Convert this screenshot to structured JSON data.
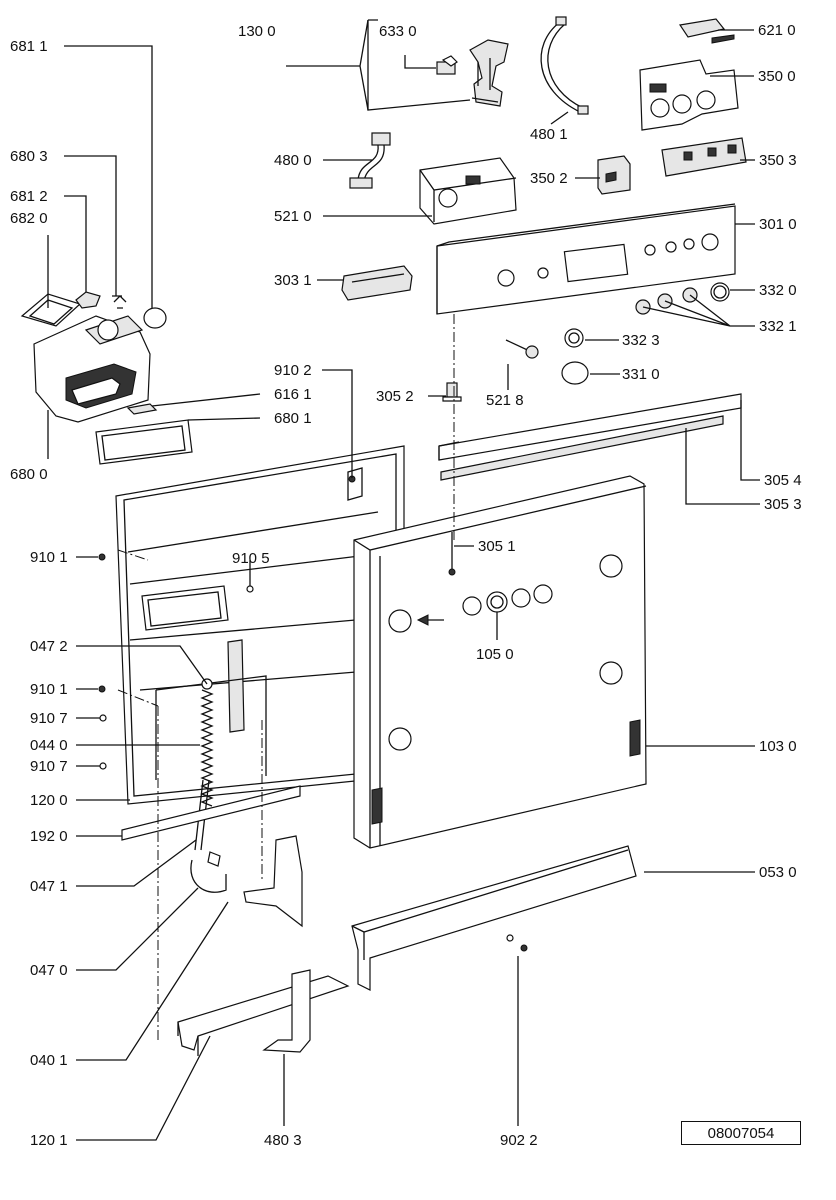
{
  "diagram": {
    "document_number": "08007054",
    "parts": [
      {
        "id": "p6811",
        "label": "681 1"
      },
      {
        "id": "p6803",
        "label": "680 3"
      },
      {
        "id": "p6812",
        "label": "681 2"
      },
      {
        "id": "p6820",
        "label": "682 0"
      },
      {
        "id": "p6800",
        "label": "680 0"
      },
      {
        "id": "p1300",
        "label": "130 0"
      },
      {
        "id": "p6330",
        "label": "633 0"
      },
      {
        "id": "p4801",
        "label": "480 1"
      },
      {
        "id": "p6210",
        "label": "621 0"
      },
      {
        "id": "p3500",
        "label": "350 0"
      },
      {
        "id": "p4800",
        "label": "480 0"
      },
      {
        "id": "p5210",
        "label": "521 0"
      },
      {
        "id": "p3502",
        "label": "350 2"
      },
      {
        "id": "p3503",
        "label": "350 3"
      },
      {
        "id": "p3010",
        "label": "301 0"
      },
      {
        "id": "p3031",
        "label": "303 1"
      },
      {
        "id": "p3320",
        "label": "332 0"
      },
      {
        "id": "p3321",
        "label": "332 1"
      },
      {
        "id": "p3323",
        "label": "332 3"
      },
      {
        "id": "p3310",
        "label": "331 0"
      },
      {
        "id": "p5218",
        "label": "521 8"
      },
      {
        "id": "p3052",
        "label": "305 2"
      },
      {
        "id": "p9102",
        "label": "910 2"
      },
      {
        "id": "p6161",
        "label": "616 1"
      },
      {
        "id": "p6801",
        "label": "680 1"
      },
      {
        "id": "p3054",
        "label": "305 4"
      },
      {
        "id": "p3053",
        "label": "305 3"
      },
      {
        "id": "p3051",
        "label": "305 1"
      },
      {
        "id": "p9101a",
        "label": "910 1"
      },
      {
        "id": "p9105",
        "label": "910 5"
      },
      {
        "id": "p0472",
        "label": "047 2"
      },
      {
        "id": "p1050",
        "label": "105 0"
      },
      {
        "id": "p9101b",
        "label": "910 1"
      },
      {
        "id": "p9107a",
        "label": "910 7"
      },
      {
        "id": "p0440",
        "label": "044 0"
      },
      {
        "id": "p1030",
        "label": "103 0"
      },
      {
        "id": "p9107b",
        "label": "910 7"
      },
      {
        "id": "p1200",
        "label": "120 0"
      },
      {
        "id": "p1920",
        "label": "192 0"
      },
      {
        "id": "p0471",
        "label": "047 1"
      },
      {
        "id": "p0530",
        "label": "053 0"
      },
      {
        "id": "p0470",
        "label": "047 0"
      },
      {
        "id": "p0401",
        "label": "040 1"
      },
      {
        "id": "p1201",
        "label": "120 1"
      },
      {
        "id": "p4803",
        "label": "480 3"
      },
      {
        "id": "p9022",
        "label": "902 2"
      }
    ]
  }
}
